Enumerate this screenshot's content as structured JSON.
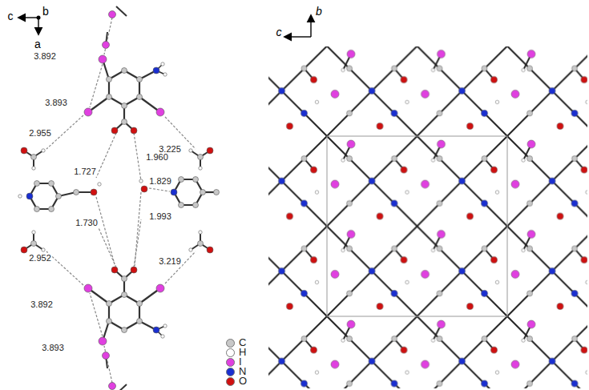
{
  "diagram": {
    "labels": [
      "c",
      "b",
      "a",
      "3.892",
      "3.893",
      "2.955",
      "3.225",
      "1.727",
      "1.960",
      "1.829",
      "1.730",
      "1.993",
      "2.952",
      "3.219",
      "3.892",
      "3.893",
      "b",
      "c"
    ],
    "legend": [
      {
        "text": "C",
        "color": "#c8c8c8"
      },
      {
        "text": "H",
        "color": "#ffffff"
      },
      {
        "text": "I",
        "color": "#e040e0"
      },
      {
        "text": "N",
        "color": "#1a2fd0"
      },
      {
        "text": "O",
        "color": "#d01010"
      }
    ]
  }
}
